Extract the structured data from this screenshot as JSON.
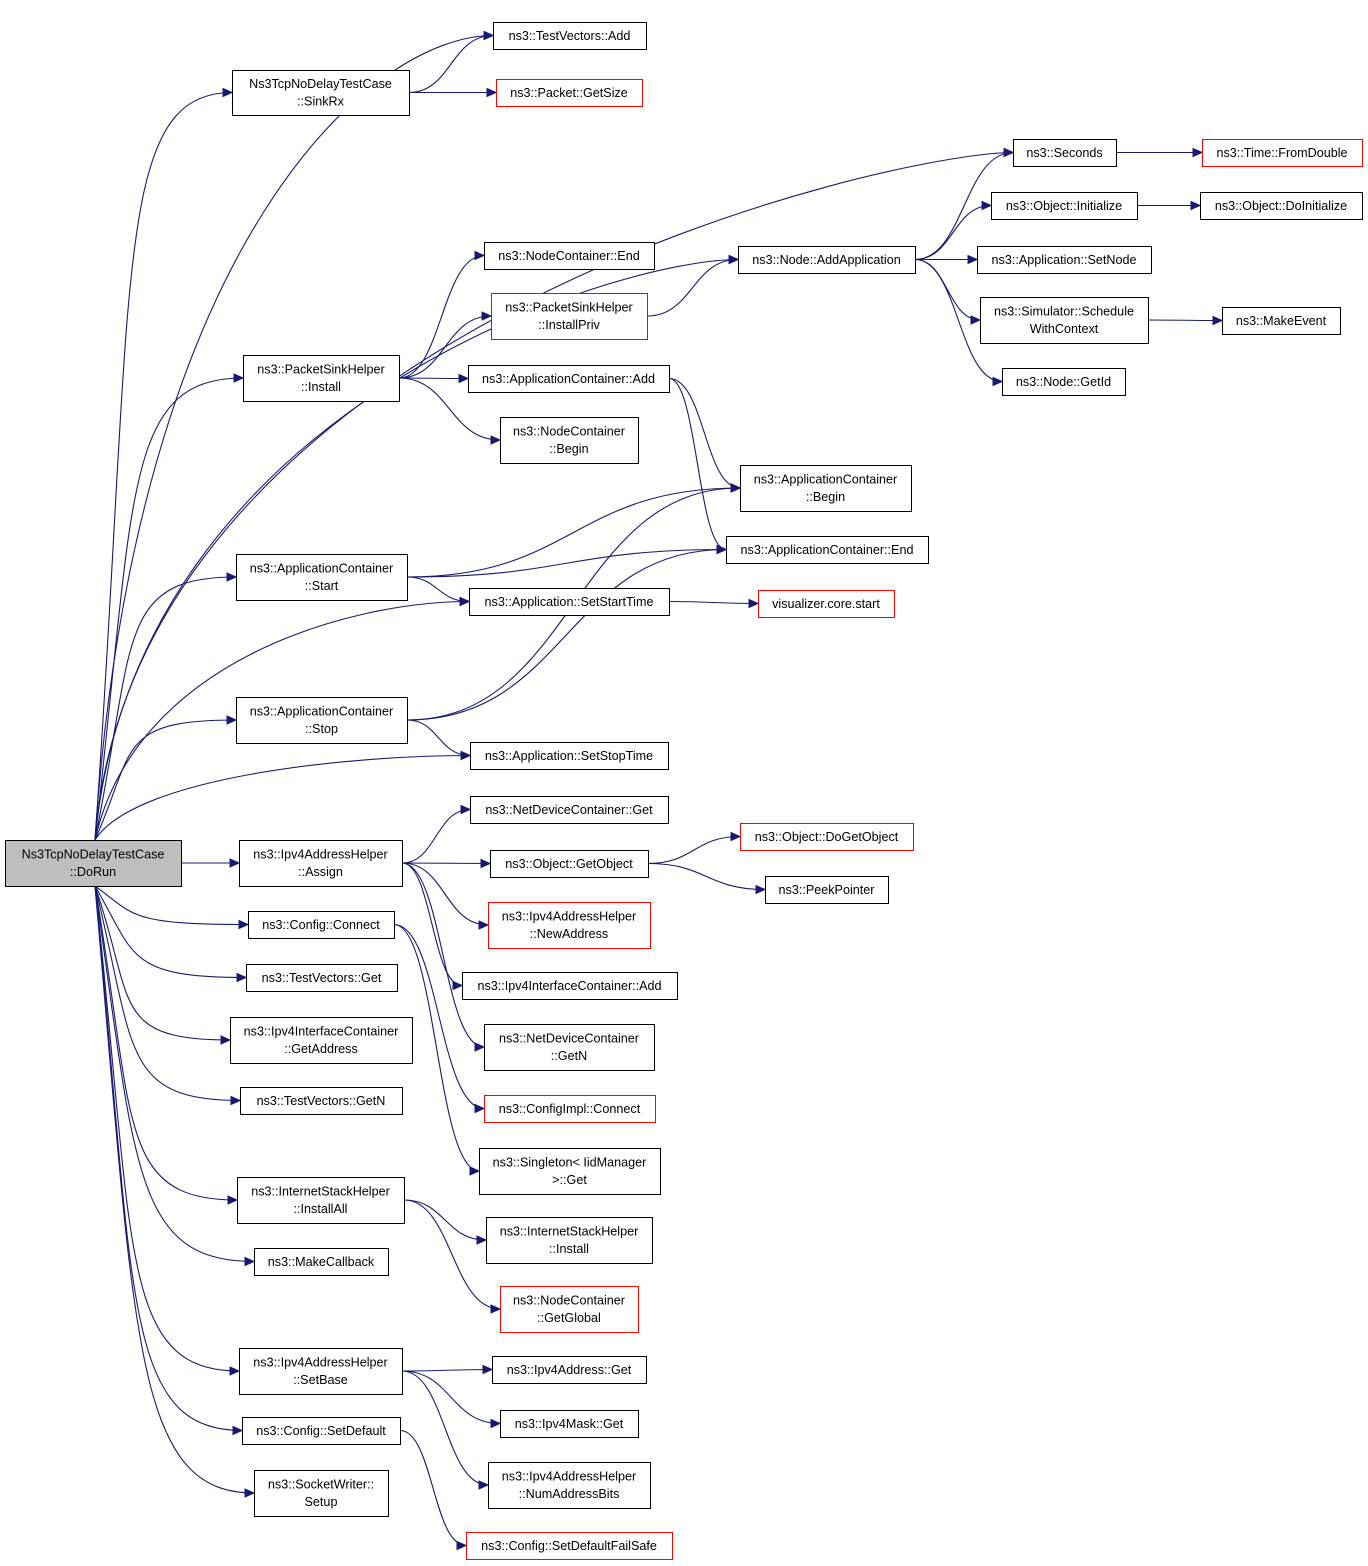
{
  "diagram": {
    "root": "DoRun",
    "nodes": [
      {
        "id": "DoRun",
        "lines": [
          "Ns3TcpNoDelayTestCase",
          "::DoRun"
        ],
        "root": true
      },
      {
        "id": "SinkRx",
        "lines": [
          "Ns3TcpNoDelayTestCase",
          "::SinkRx"
        ]
      },
      {
        "id": "TV_Add",
        "lines": [
          "ns3::TestVectors::Add"
        ]
      },
      {
        "id": "Packet_GetSize",
        "lines": [
          "ns3::Packet::GetSize"
        ],
        "red": true
      },
      {
        "id": "Seconds",
        "lines": [
          "ns3::Seconds"
        ]
      },
      {
        "id": "Time_FromDouble",
        "lines": [
          "ns3::Time::FromDouble"
        ],
        "red": true
      },
      {
        "id": "Obj_Initialize",
        "lines": [
          "ns3::Object::Initialize"
        ]
      },
      {
        "id": "Obj_DoInitialize",
        "lines": [
          "ns3::Object::DoInitialize"
        ]
      },
      {
        "id": "Node_AddApplication",
        "lines": [
          "ns3::Node::AddApplication"
        ]
      },
      {
        "id": "App_SetNode",
        "lines": [
          "ns3::Application::SetNode"
        ]
      },
      {
        "id": "Sim_ScheduleWithContext",
        "lines": [
          "ns3::Simulator::Schedule",
          "WithContext"
        ]
      },
      {
        "id": "MakeEvent",
        "lines": [
          "ns3::MakeEvent"
        ]
      },
      {
        "id": "Node_GetId",
        "lines": [
          "ns3::Node::GetId"
        ]
      },
      {
        "id": "NC_End",
        "lines": [
          "ns3::NodeContainer::End"
        ]
      },
      {
        "id": "PSH_InstallPriv",
        "lines": [
          "ns3::PacketSinkHelper",
          "::InstallPriv"
        ],
        "red": true
      },
      {
        "id": "PSH_Install",
        "lines": [
          "ns3::PacketSinkHelper",
          "::Install"
        ]
      },
      {
        "id": "AC_Add",
        "lines": [
          "ns3::ApplicationContainer::Add"
        ]
      },
      {
        "id": "NC_Begin",
        "lines": [
          "ns3::NodeContainer",
          "::Begin"
        ]
      },
      {
        "id": "AC_Begin",
        "lines": [
          "ns3::ApplicationContainer",
          "::Begin"
        ]
      },
      {
        "id": "AC_End",
        "lines": [
          "ns3::ApplicationContainer::End"
        ]
      },
      {
        "id": "AC_Start",
        "lines": [
          "ns3::ApplicationContainer",
          "::Start"
        ]
      },
      {
        "id": "App_SetStartTime",
        "lines": [
          "ns3::Application::SetStartTime"
        ]
      },
      {
        "id": "Viz_Start",
        "lines": [
          "visualizer.core.start"
        ],
        "red": true
      },
      {
        "id": "AC_Stop",
        "lines": [
          "ns3::ApplicationContainer",
          "::Stop"
        ]
      },
      {
        "id": "App_SetStopTime",
        "lines": [
          "ns3::Application::SetStopTime"
        ]
      },
      {
        "id": "NDC_Get",
        "lines": [
          "ns3::NetDeviceContainer::Get"
        ]
      },
      {
        "id": "Obj_DoGetObject",
        "lines": [
          "ns3::Object::DoGetObject"
        ],
        "red": true
      },
      {
        "id": "IAH_Assign",
        "lines": [
          "ns3::Ipv4AddressHelper",
          "::Assign"
        ]
      },
      {
        "id": "Obj_GetObject",
        "lines": [
          "ns3::Object::GetObject"
        ]
      },
      {
        "id": "PeekPointer",
        "lines": [
          "ns3::PeekPointer"
        ]
      },
      {
        "id": "IAH_NewAddress",
        "lines": [
          "ns3::Ipv4AddressHelper",
          "::NewAddress"
        ],
        "red": true
      },
      {
        "id": "Config_Connect",
        "lines": [
          "ns3::Config::Connect"
        ]
      },
      {
        "id": "TV_Get",
        "lines": [
          "ns3::TestVectors::Get"
        ]
      },
      {
        "id": "IIC_Add",
        "lines": [
          "ns3::Ipv4InterfaceContainer::Add"
        ]
      },
      {
        "id": "IIC_GetAddress",
        "lines": [
          "ns3::Ipv4InterfaceContainer",
          "::GetAddress"
        ]
      },
      {
        "id": "NDC_GetN",
        "lines": [
          "ns3::NetDeviceContainer",
          "::GetN"
        ]
      },
      {
        "id": "TV_GetN",
        "lines": [
          "ns3::TestVectors::GetN"
        ]
      },
      {
        "id": "ConfigImpl_Connect",
        "lines": [
          "ns3::ConfigImpl::Connect"
        ],
        "red": true
      },
      {
        "id": "Singleton_Get",
        "lines": [
          "ns3::Singleton< IidManager",
          " >::Get"
        ]
      },
      {
        "id": "ISH_InstallAll",
        "lines": [
          "ns3::InternetStackHelper",
          "::InstallAll"
        ]
      },
      {
        "id": "ISH_Install",
        "lines": [
          "ns3::InternetStackHelper",
          "::Install"
        ]
      },
      {
        "id": "MakeCallback",
        "lines": [
          "ns3::MakeCallback"
        ]
      },
      {
        "id": "NC_GetGlobal",
        "lines": [
          "ns3::NodeContainer",
          "::GetGlobal"
        ],
        "red": true
      },
      {
        "id": "IAH_SetBase",
        "lines": [
          "ns3::Ipv4AddressHelper",
          "::SetBase"
        ]
      },
      {
        "id": "Ipv4Address_Get",
        "lines": [
          "ns3::Ipv4Address::Get"
        ]
      },
      {
        "id": "Ipv4Mask_Get",
        "lines": [
          "ns3::Ipv4Mask::Get"
        ]
      },
      {
        "id": "Config_SetDefault",
        "lines": [
          "ns3::Config::SetDefault"
        ]
      },
      {
        "id": "IAH_NumAddressBits",
        "lines": [
          "ns3::Ipv4AddressHelper",
          "::NumAddressBits"
        ]
      },
      {
        "id": "SocketWriter_Setup",
        "lines": [
          "ns3::SocketWriter::",
          "Setup"
        ]
      },
      {
        "id": "Config_SetDefaultFailSafe",
        "lines": [
          "ns3::Config::SetDefaultFailSafe"
        ],
        "red": true
      }
    ],
    "edges": [
      [
        "DoRun",
        "SinkRx"
      ],
      [
        "DoRun",
        "TV_Add"
      ],
      [
        "DoRun",
        "Seconds"
      ],
      [
        "DoRun",
        "Node_AddApplication"
      ],
      [
        "DoRun",
        "PSH_Install"
      ],
      [
        "DoRun",
        "AC_Start"
      ],
      [
        "DoRun",
        "App_SetStartTime"
      ],
      [
        "DoRun",
        "AC_Stop"
      ],
      [
        "DoRun",
        "App_SetStopTime"
      ],
      [
        "DoRun",
        "IAH_Assign"
      ],
      [
        "DoRun",
        "Config_Connect"
      ],
      [
        "DoRun",
        "TV_Get"
      ],
      [
        "DoRun",
        "IIC_GetAddress"
      ],
      [
        "DoRun",
        "TV_GetN"
      ],
      [
        "DoRun",
        "ISH_InstallAll"
      ],
      [
        "DoRun",
        "MakeCallback"
      ],
      [
        "DoRun",
        "IAH_SetBase"
      ],
      [
        "DoRun",
        "Config_SetDefault"
      ],
      [
        "DoRun",
        "SocketWriter_Setup"
      ],
      [
        "SinkRx",
        "TV_Add"
      ],
      [
        "SinkRx",
        "Packet_GetSize"
      ],
      [
        "Seconds",
        "Time_FromDouble"
      ],
      [
        "Node_AddApplication",
        "Seconds"
      ],
      [
        "Node_AddApplication",
        "Obj_Initialize"
      ],
      [
        "Node_AddApplication",
        "App_SetNode"
      ],
      [
        "Node_AddApplication",
        "Sim_ScheduleWithContext"
      ],
      [
        "Node_AddApplication",
        "Node_GetId"
      ],
      [
        "Obj_Initialize",
        "Obj_DoInitialize"
      ],
      [
        "Sim_ScheduleWithContext",
        "MakeEvent"
      ],
      [
        "PSH_Install",
        "NC_End"
      ],
      [
        "PSH_Install",
        "PSH_InstallPriv"
      ],
      [
        "PSH_Install",
        "AC_Add"
      ],
      [
        "PSH_Install",
        "NC_Begin"
      ],
      [
        "PSH_InstallPriv",
        "Node_AddApplication"
      ],
      [
        "AC_Add",
        "AC_Begin"
      ],
      [
        "AC_Add",
        "AC_End"
      ],
      [
        "AC_Start",
        "AC_Begin"
      ],
      [
        "AC_Start",
        "AC_End"
      ],
      [
        "AC_Start",
        "App_SetStartTime"
      ],
      [
        "App_SetStartTime",
        "Viz_Start"
      ],
      [
        "AC_Stop",
        "AC_Begin"
      ],
      [
        "AC_Stop",
        "AC_End"
      ],
      [
        "AC_Stop",
        "App_SetStopTime"
      ],
      [
        "IAH_Assign",
        "NDC_Get"
      ],
      [
        "IAH_Assign",
        "Obj_GetObject"
      ],
      [
        "IAH_Assign",
        "IAH_NewAddress"
      ],
      [
        "IAH_Assign",
        "IIC_Add"
      ],
      [
        "IAH_Assign",
        "NDC_GetN"
      ],
      [
        "Obj_GetObject",
        "Obj_DoGetObject"
      ],
      [
        "Obj_GetObject",
        "PeekPointer"
      ],
      [
        "Config_Connect",
        "ConfigImpl_Connect"
      ],
      [
        "Config_Connect",
        "Singleton_Get"
      ],
      [
        "ISH_InstallAll",
        "ISH_Install"
      ],
      [
        "ISH_InstallAll",
        "NC_GetGlobal"
      ],
      [
        "IAH_SetBase",
        "Ipv4Address_Get"
      ],
      [
        "IAH_SetBase",
        "Ipv4Mask_Get"
      ],
      [
        "IAH_SetBase",
        "IAH_NumAddressBits"
      ],
      [
        "Config_SetDefault",
        "Config_SetDefaultFailSafe"
      ]
    ]
  }
}
